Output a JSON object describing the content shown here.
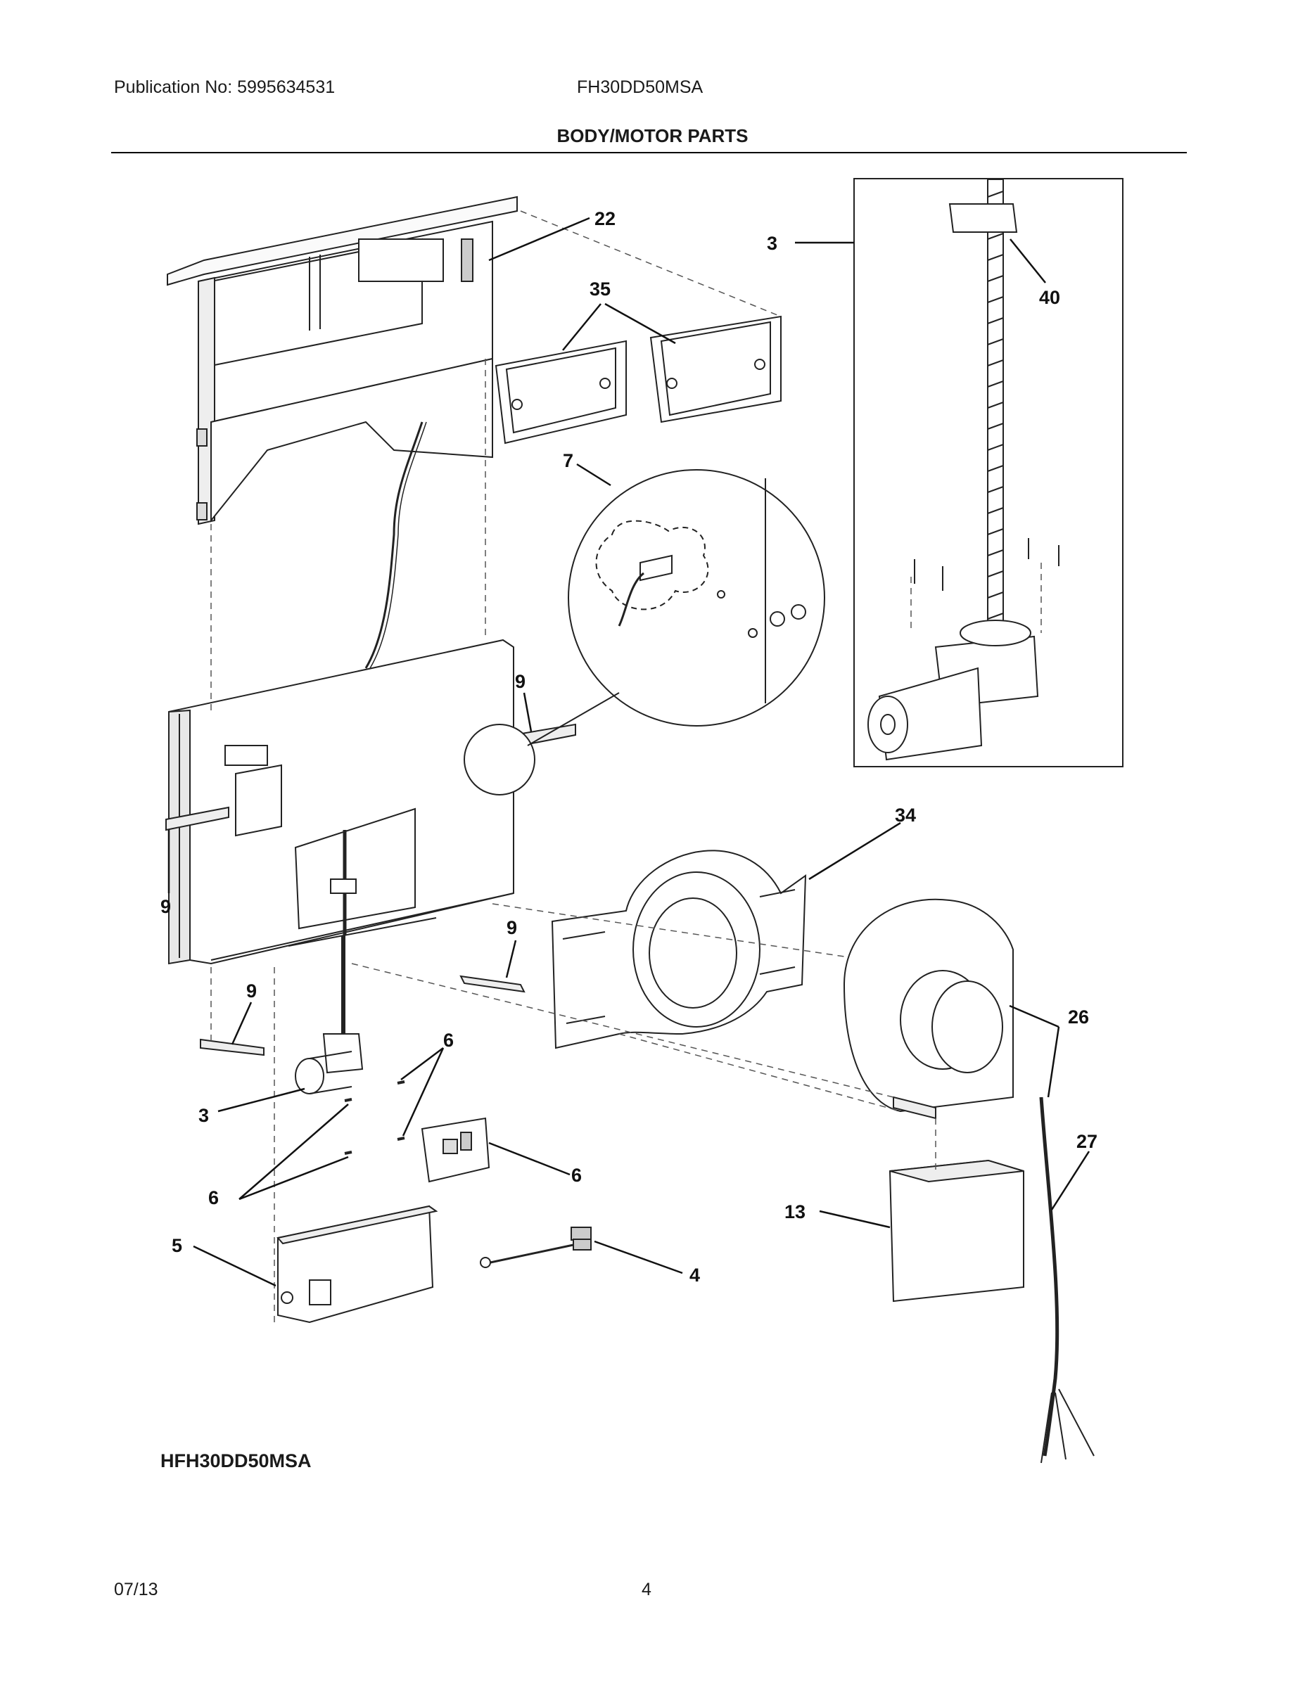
{
  "header": {
    "publication": "Publication No: 5995634531",
    "model": "FH30DD50MSA",
    "title": "BODY/MOTOR PARTS"
  },
  "callouts": {
    "c22": "22",
    "c35": "35",
    "c3_detail": "3",
    "c40": "40",
    "c7": "7",
    "c9_a": "9",
    "c9_b": "9",
    "c9_c": "9",
    "c9_d": "9",
    "c34": "34",
    "c26": "26",
    "c27": "27",
    "c13": "13",
    "c6_a": "6",
    "c6_b": "6",
    "c6_c": "6",
    "c3": "3",
    "c5": "5",
    "c4": "4"
  },
  "variant_label": "HFH30DD50MSA",
  "footer": {
    "date": "07/13",
    "page": "4"
  }
}
